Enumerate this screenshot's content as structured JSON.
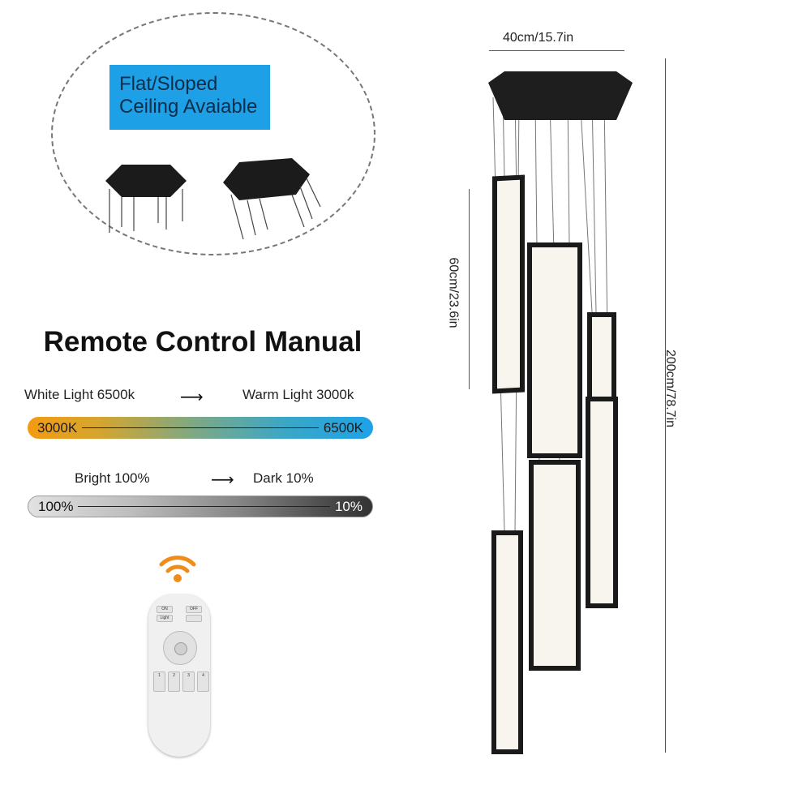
{
  "ceiling_badge": {
    "line1": "Flat/Sloped",
    "line2": "Ceiling Avaiable"
  },
  "section_title": "Remote Control Manual",
  "color_temp": {
    "from_label": "White Light 6500k",
    "to_label": "Warm Light 3000k",
    "bar_left": "3000K",
    "bar_right": "6500K"
  },
  "brightness": {
    "from_label": "Bright 100%",
    "to_label": "Dark 10%",
    "bar_left": "100%",
    "bar_right": "10%"
  },
  "arrow_icon": "right-arrow-icon",
  "remote": {
    "on": "ON",
    "off": "OFF",
    "light": "Light",
    "zones": [
      "1",
      "2",
      "3",
      "4"
    ]
  },
  "dimensions": {
    "width": "40cm/15.7in",
    "panel_height": "60cm/23.6in",
    "total_height": "200cm/78.7in"
  },
  "colors": {
    "badge": "#1ea0e6",
    "wifi": "#f08c1a",
    "lamp_frame": "#1a1a1a"
  }
}
